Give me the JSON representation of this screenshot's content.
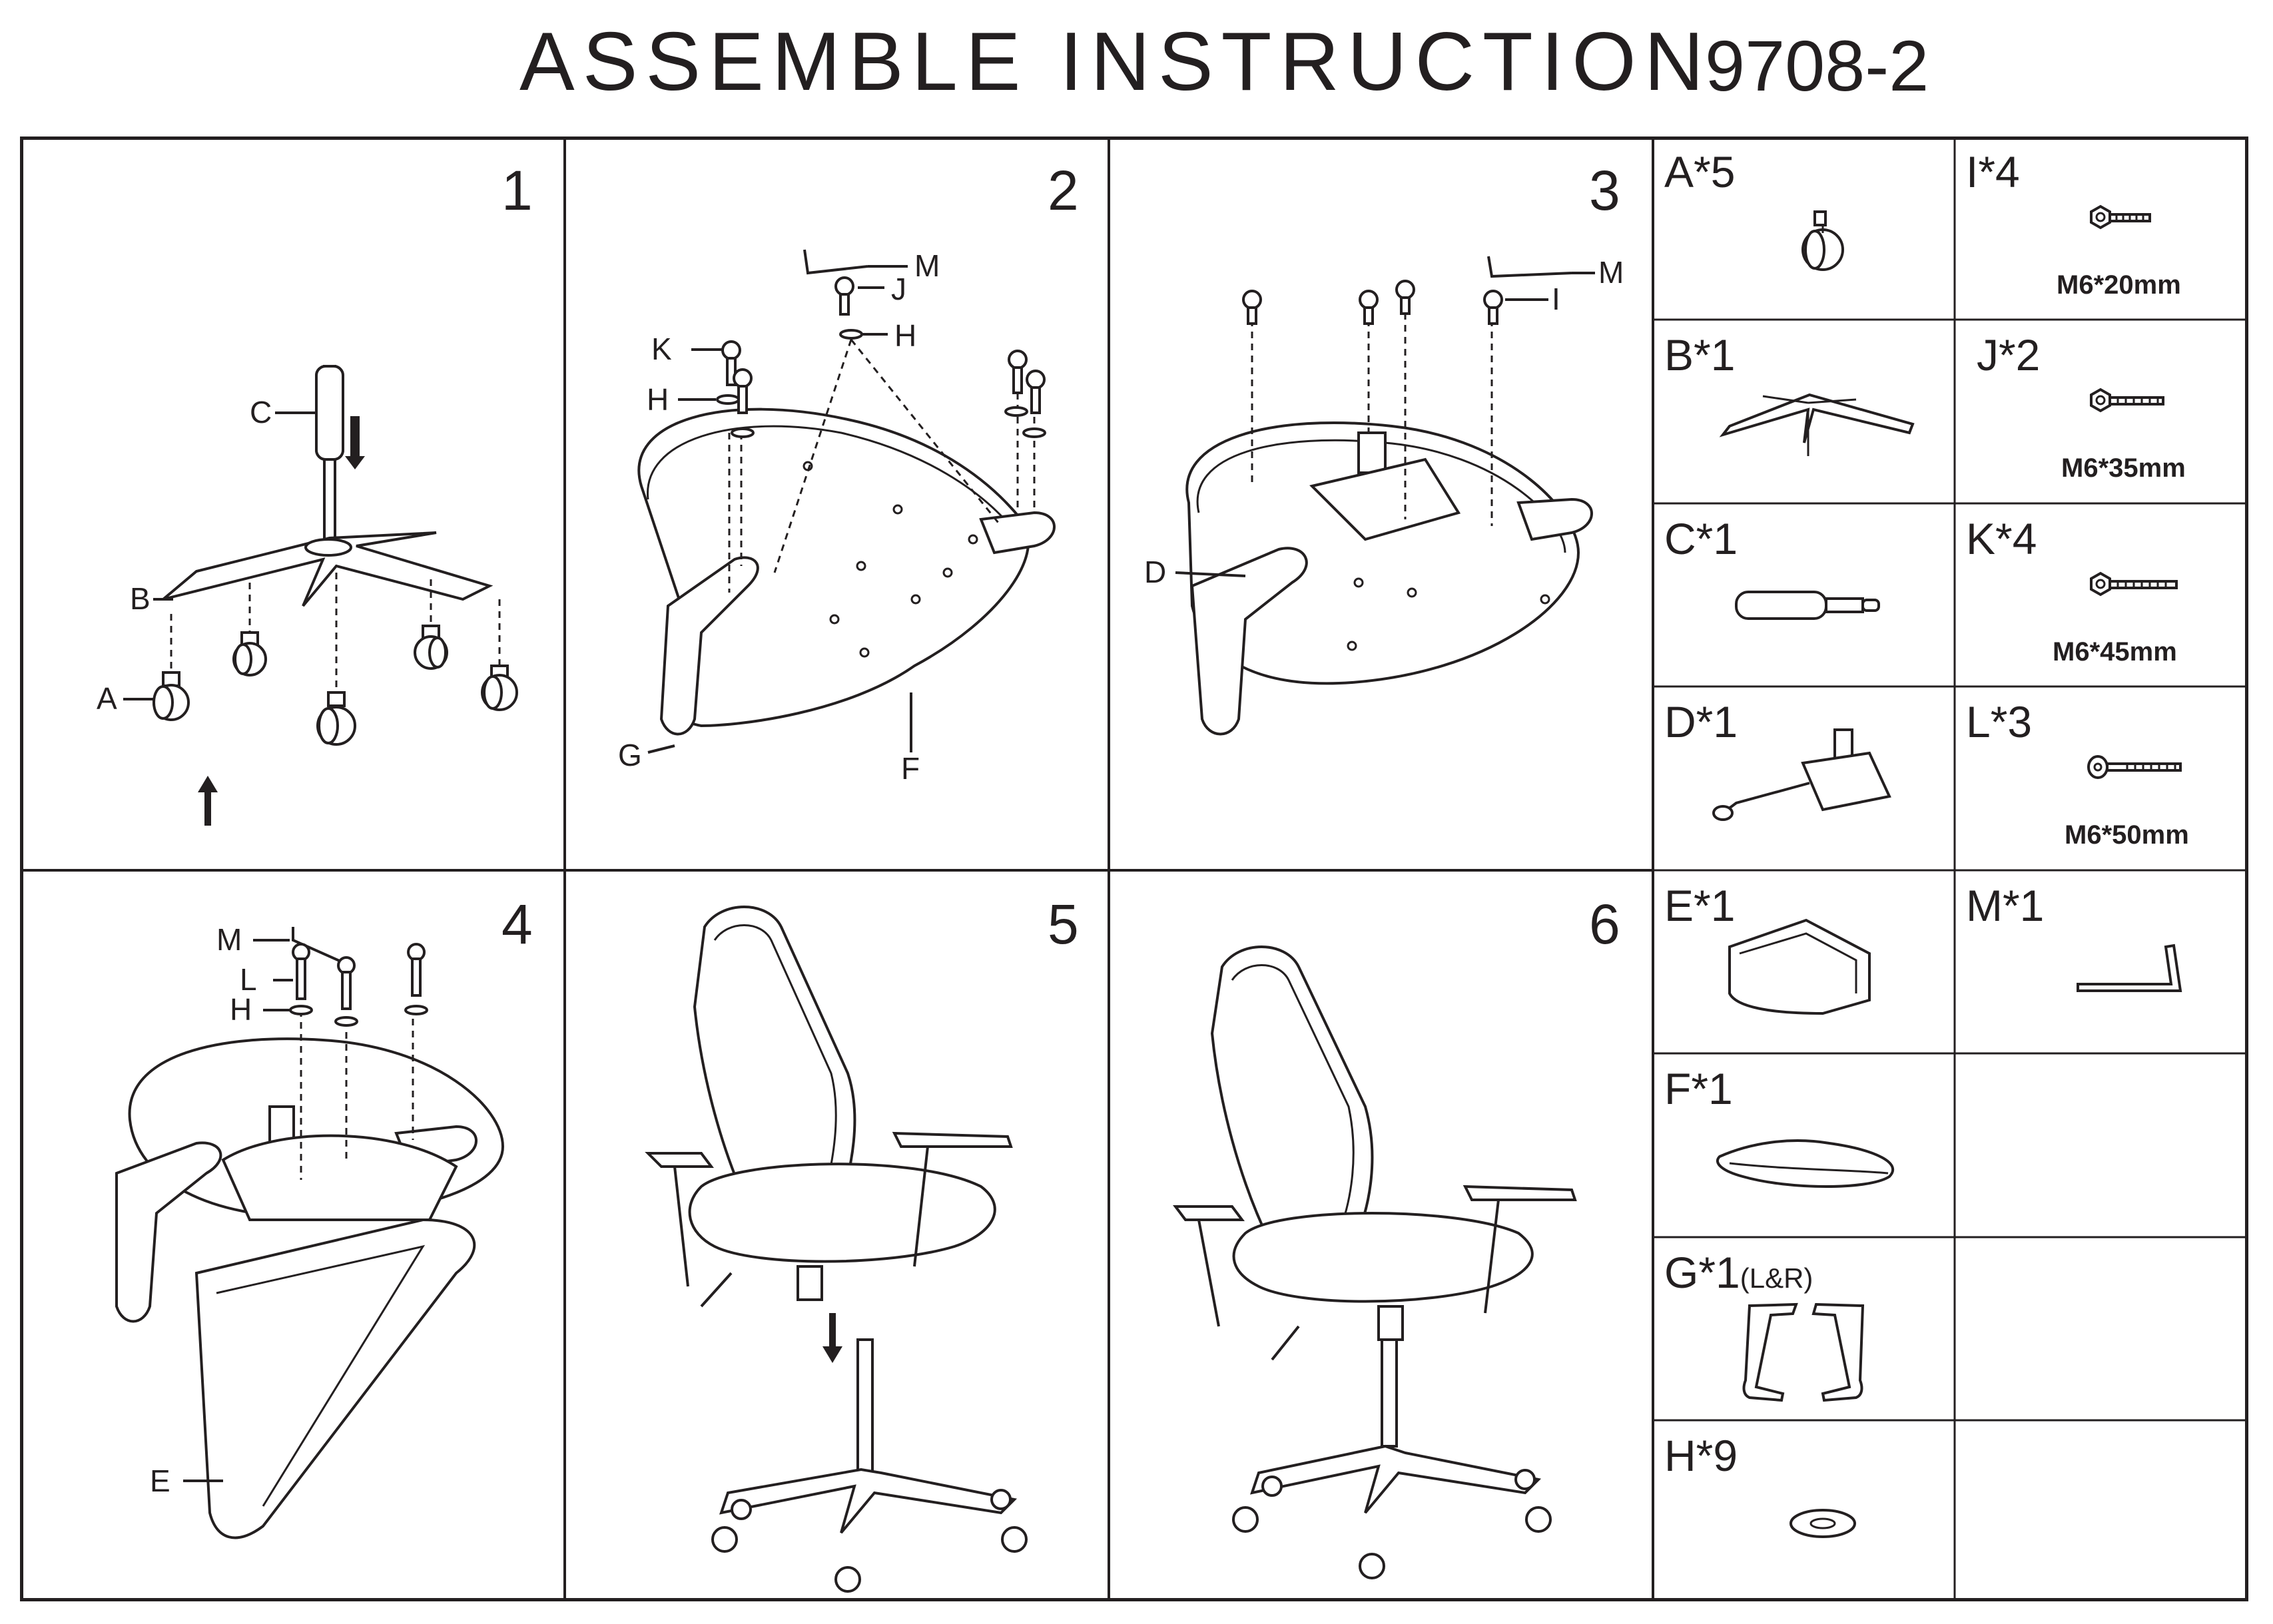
{
  "title": "ASSEMBLE INSTRUCTION",
  "model": "9708-2",
  "steps": [
    {
      "number": "1",
      "labels": [
        "C",
        "B",
        "A"
      ]
    },
    {
      "number": "2",
      "labels": [
        "M",
        "J",
        "H",
        "K",
        "H",
        "G",
        "F"
      ]
    },
    {
      "number": "3",
      "labels": [
        "M",
        "I",
        "D"
      ]
    },
    {
      "number": "4",
      "labels": [
        "M",
        "L",
        "H",
        "E"
      ]
    },
    {
      "number": "5",
      "labels": []
    },
    {
      "number": "6",
      "labels": []
    }
  ],
  "parts": {
    "A": {
      "label": "A*5"
    },
    "B": {
      "label": "B*1"
    },
    "C": {
      "label": "C*1"
    },
    "D": {
      "label": "D*1"
    },
    "E": {
      "label": "E*1"
    },
    "F": {
      "label": "F*1"
    },
    "G": {
      "label": "G*1",
      "suffix": "(L&R)"
    },
    "H": {
      "label": "H*9"
    },
    "I": {
      "label": "I*4",
      "spec": "M6*20mm"
    },
    "J": {
      "label": "J*2",
      "spec": "M6*35mm"
    },
    "K": {
      "label": "K*4",
      "spec": "M6*45mm"
    },
    "L": {
      "label": "L*3",
      "spec": "M6*50mm"
    },
    "M": {
      "label": "M*1"
    }
  }
}
